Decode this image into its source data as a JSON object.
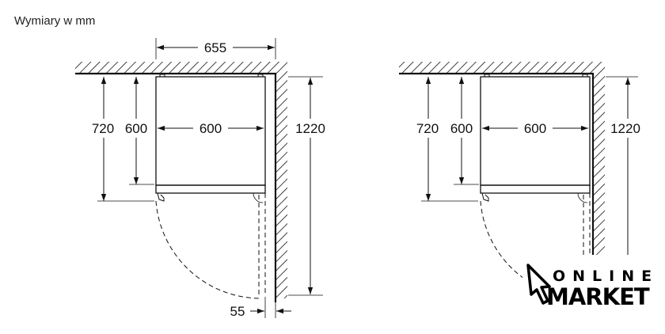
{
  "title": "Wymiary w mm",
  "diagram_left": {
    "depth_total": "720",
    "depth_body": "600",
    "width_body": "600",
    "width_total": "655",
    "door_open_depth": "1220",
    "side_gap": "55"
  },
  "diagram_right": {
    "depth_total": "720",
    "depth_body": "600",
    "width_body": "600",
    "door_open_depth": "1220"
  },
  "watermark": {
    "line1": "ONLINE",
    "line2": "MARKET"
  }
}
